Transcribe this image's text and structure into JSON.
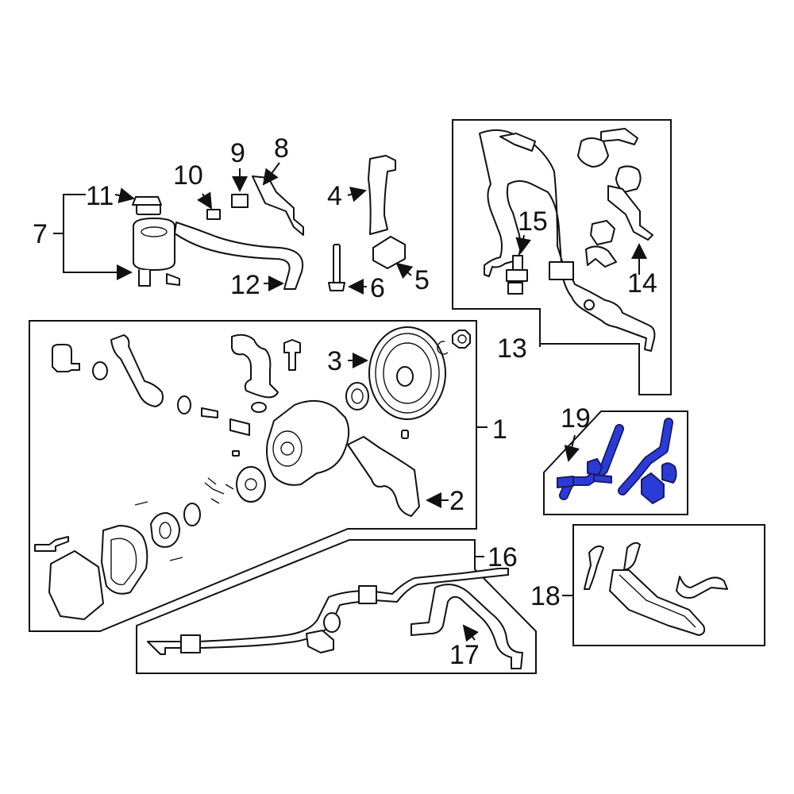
{
  "diagram": {
    "callouts": [
      "1",
      "2",
      "3",
      "4",
      "5",
      "6",
      "7",
      "8",
      "9",
      "10",
      "11",
      "12",
      "13",
      "14",
      "15",
      "16",
      "17",
      "18",
      "19"
    ],
    "highlight_color": "#2b3bd6",
    "line_color": "#111111"
  }
}
